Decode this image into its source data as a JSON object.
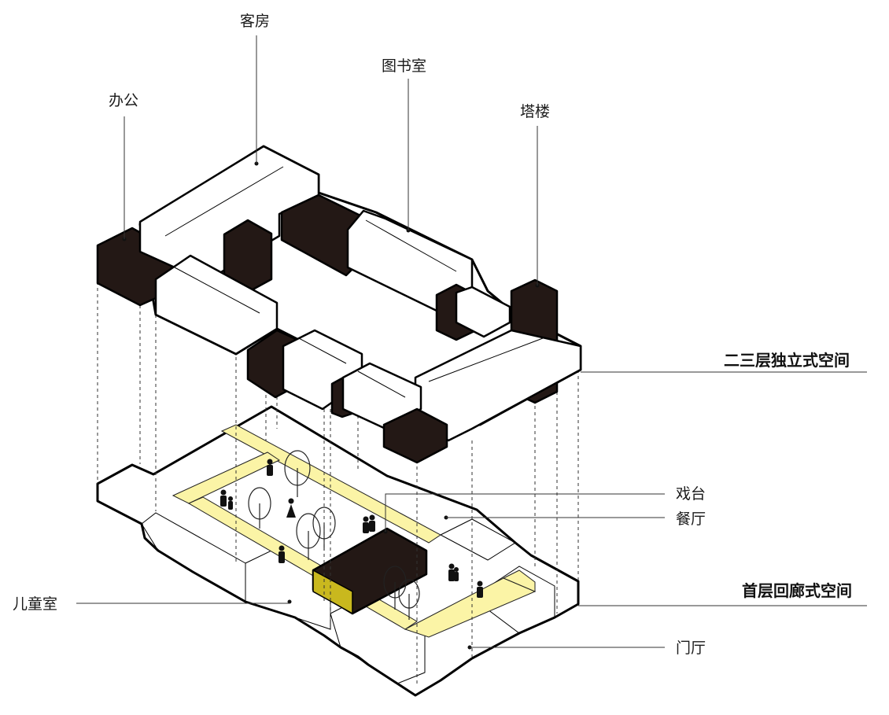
{
  "labels": {
    "office": "办公",
    "guest_rooms": "客房",
    "library": "图书室",
    "tower": "塔楼",
    "upper_floors": "二三层独立式空间",
    "stage": "戏台",
    "dining_hall": "餐厅",
    "children_room": "儿童室",
    "ground_floor": "首层回廊式空间",
    "entrance_hall": "门厅"
  },
  "colors": {
    "dark_volume": "#231815",
    "corridor_yellow": "#fbf4a6",
    "line": "#000000"
  }
}
